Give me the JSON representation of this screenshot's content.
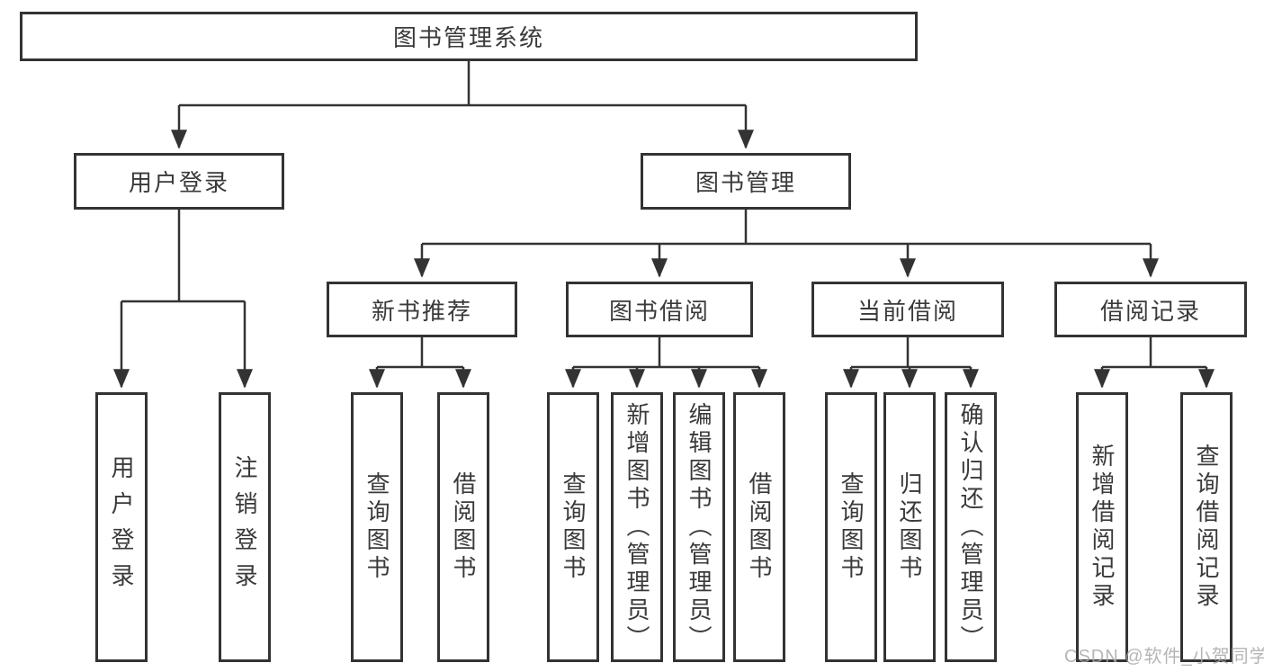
{
  "root_label": "图书管理系统",
  "watermark": "CSDN @软件_小贺同学",
  "nodes": {
    "user_login": "用户登录",
    "book_mgmt": "图书管理",
    "new_books": "新书推荐",
    "book_borrow": "图书借阅",
    "current_borrow": "当前借阅",
    "borrow_records": "借阅记录"
  },
  "leaves": {
    "user_login": [
      "用户登录",
      "注销登录"
    ],
    "new_books": [
      "查询图书",
      "借阅图书"
    ],
    "book_borrow": [
      "查询图书",
      "新增图书（管理员）",
      "编辑图书（管理员）",
      "借阅图书"
    ],
    "current_borrow": [
      "查询图书",
      "归还图书",
      "确认归还（管理员）"
    ],
    "borrow_records": [
      "新增借阅记录",
      "查询借阅记录"
    ]
  },
  "colors": {
    "line": "#333333",
    "text": "#3a3a3a",
    "watermark": "#a9a9a9",
    "background": "#ffffff"
  }
}
